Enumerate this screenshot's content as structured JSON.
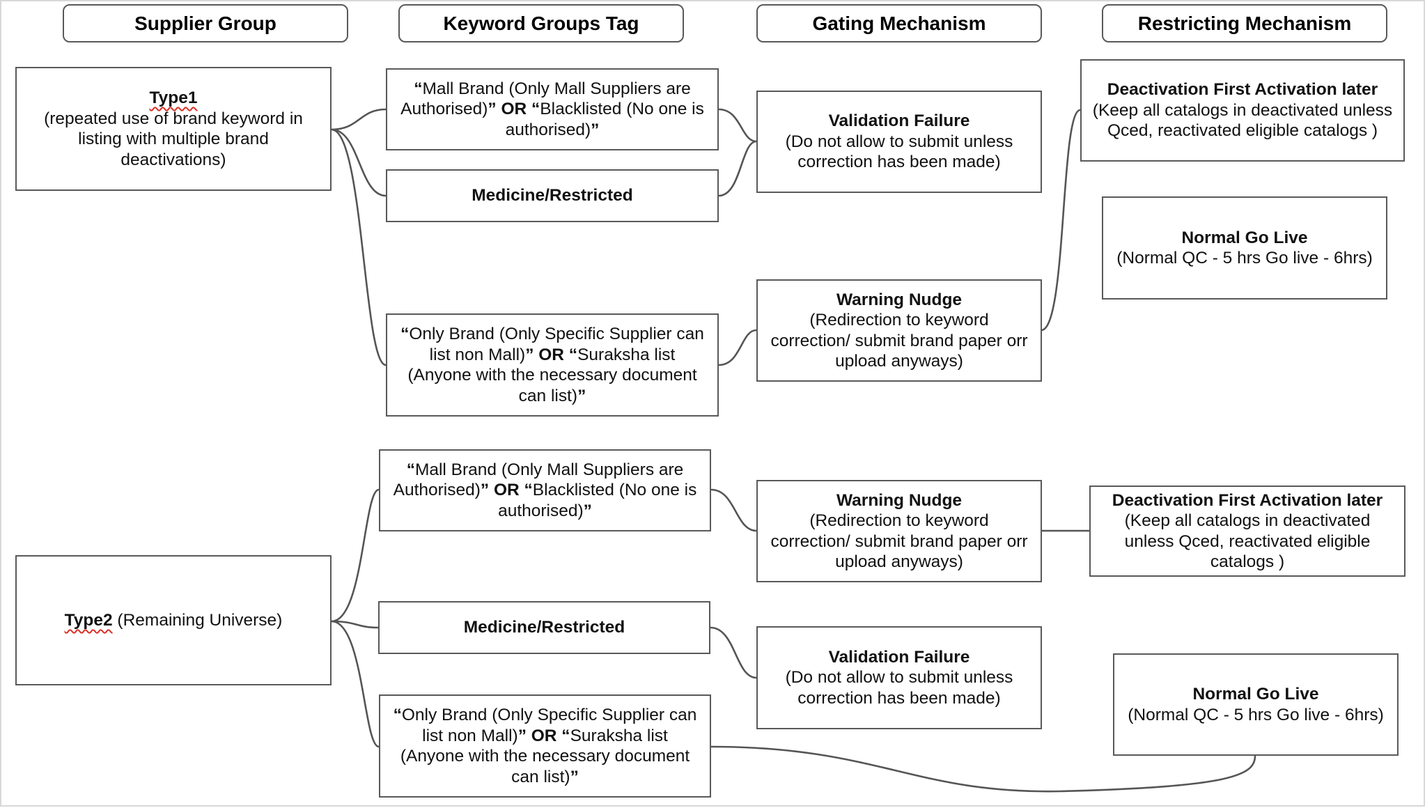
{
  "headers": {
    "supplier_group": "Supplier Group",
    "keyword_groups_tag": "Keyword Groups Tag",
    "gating_mechanism": "Gating Mechanism",
    "restricting_mechanism": "Restricting Mechanism"
  },
  "type1": {
    "supplier": {
      "name": "Type1",
      "description": "(repeated use of brand keyword in listing with multiple brand deactivations)"
    },
    "kw_mall": {
      "q1": "“",
      "mall": "Mall Brand (Only Mall Suppliers are Authorised)",
      "or_part": "” OR “",
      "black": "Blacklisted (No one is authorised)",
      "q2": "”"
    },
    "kw_medicine": "Medicine/Restricted",
    "kw_only": {
      "q1": "“",
      "only": "Only Brand (Only Specific Supplier can list non Mall)",
      "or_part": "” OR “",
      "suraksha": "Suraksha list (Anyone with the necessary document can list)",
      "q2": "”"
    },
    "gate_validation": {
      "title": "Validation Failure",
      "detail": "(Do not allow to submit unless correction has been made)"
    },
    "gate_warning": {
      "title": "Warning Nudge",
      "detail": "(Redirection to keyword correction/ submit brand paper orr upload anyways)"
    },
    "restrict_deactivation": {
      "title": "Deactivation First Activation later",
      "detail": "(Keep all catalogs in deactivated unless Qced, reactivated eligible catalogs )"
    },
    "restrict_normal": {
      "title": "Normal Go Live",
      "detail": "(Normal QC - 5 hrs Go live - 6hrs)"
    }
  },
  "type2": {
    "supplier": {
      "name": "Type2",
      "description": " (Remaining Universe)"
    },
    "kw_mall": {
      "q1": "“",
      "mall": "Mall Brand (Only Mall Suppliers are Authorised)",
      "or_part": "” OR “",
      "black": "Blacklisted (No one is authorised)",
      "q2": "”"
    },
    "kw_medicine": "Medicine/Restricted",
    "kw_only": {
      "q1": "“",
      "only": "Only Brand (Only Specific Supplier can list non Mall)",
      "or_part": "” OR “",
      "suraksha": "Suraksha list (Anyone with the necessary document can list)",
      "q2": "”"
    },
    "gate_warning": {
      "title": "Warning Nudge",
      "detail": "(Redirection to keyword correction/ submit brand paper orr upload anyways)"
    },
    "gate_validation": {
      "title": "Validation Failure",
      "detail": "(Do not allow to submit unless correction has been made)"
    },
    "restrict_deactivation": {
      "title": "Deactivation First Activation later",
      "detail": "(Keep all catalogs in deactivated unless Qced, reactivated eligible catalogs )"
    },
    "restrict_normal": {
      "title": "Normal Go Live",
      "detail": "(Normal QC - 5 hrs Go live - 6hrs)"
    }
  },
  "colors": {
    "border": "#595959",
    "connector": "#555555",
    "spellcheck_underline": "#d93025",
    "background": "#ffffff"
  }
}
